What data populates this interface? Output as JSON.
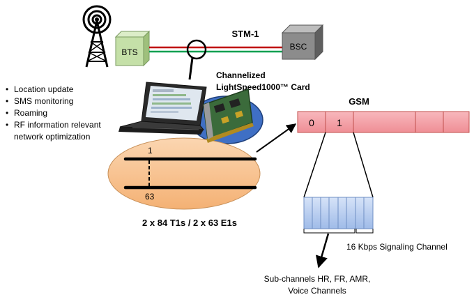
{
  "diagram": {
    "bts_label": "BTS",
    "bsc_label": "BSC",
    "link_label": "STM-1",
    "card_label_line1": "Channelized",
    "card_label_line2": "LightSpeed1000™ Card",
    "features": [
      "Location update",
      "SMS monitoring",
      "Roaming",
      "RF information relevant",
      "network  optimization"
    ],
    "feature_bullet": "•",
    "link_top_number": "1",
    "link_bottom_number": "63",
    "links_caption": "2 x 84 T1s / 2 x 63 E1s",
    "gsm_label": "GSM",
    "gsm_slot_0": "0",
    "gsm_slot_1": "1",
    "signaling_label": "16 Kbps Signaling Channel",
    "subchannels_line1": "Sub-channels HR, FR, AMR,",
    "subchannels_line2": "Voice Channels"
  },
  "colors": {
    "bts_box": "#c5e0a8",
    "bsc_box": "#8c8c8c",
    "line_red": "#c00000",
    "line_green": "#00a050",
    "ellipse_fill": "#f7c08a",
    "card_ellipse": "#3f6fc4",
    "gsm_frame": "#f4a3a8",
    "subchannel_fill": "#b7cdf0"
  }
}
